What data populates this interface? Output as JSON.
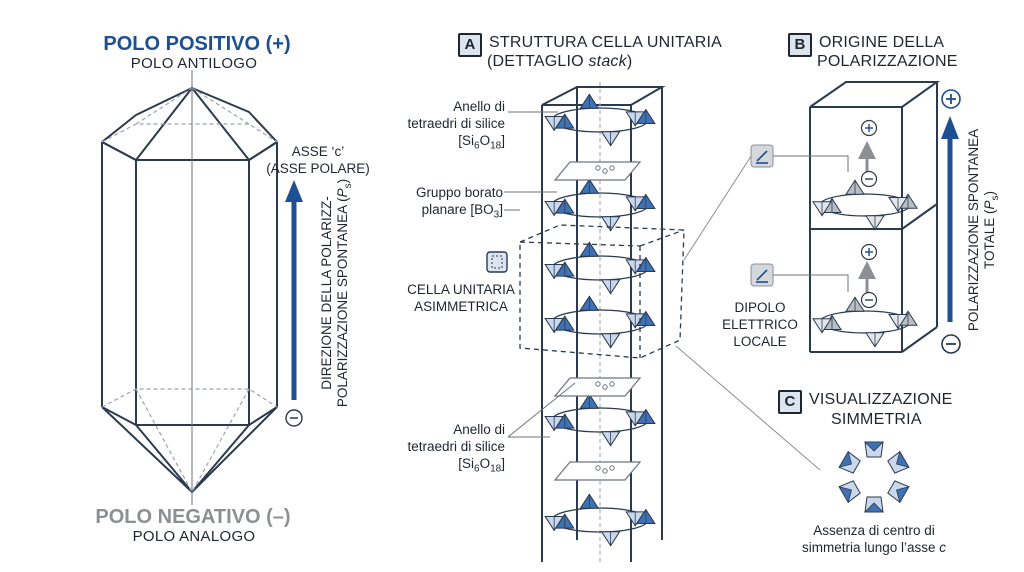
{
  "left": {
    "positive_pole": "POLO POSITIVO (+)",
    "antilog_pole": "POLO ANTILOGO",
    "negative_pole": "POLO NEGATIVO (–)",
    "analog_pole": "POLO ANALOGO",
    "axis_label_1": "ASSE ‘c’",
    "axis_label_2": "(ASSE POLARE)",
    "direction_1": "DIREZIONE DELLA POLARIZZ-",
    "direction_2": "POLARIZZAZIONE SPONTANEA (",
    "direction_sym": "P",
    "direction_sub": "s",
    "direction_end": ")"
  },
  "section_a": {
    "badge": "A",
    "title_1": "STRUTTURA CELLA UNITARIA",
    "title_2": "(DETTAGLIO ",
    "title_2_italic": "stack",
    "title_2_end": ")",
    "ring_label_1": "Anello di",
    "ring_label_2": "tetraedri di silice",
    "ring_formula": [
      "[Si",
      "6",
      "O",
      "18",
      "]"
    ],
    "borate_label_1": "Gruppo borato",
    "borate_label_2": "planare [BO",
    "borate_sub": "3",
    "borate_end": "]",
    "cell_label_1": "CELLA UNITARIA",
    "cell_label_2": "ASIMMETRICA"
  },
  "section_b": {
    "badge": "B",
    "title_1": "ORIGINE DELLA",
    "title_2": "POLARIZZAZIONE",
    "dipole_1": "DIPOLO",
    "dipole_2": "ELETTRICO",
    "dipole_3": "LOCALE",
    "total_1": "POLARIZZAZIONE SPONTANEA",
    "total_2": "TOTALE (",
    "total_sym": "P",
    "total_sub": "s",
    "total_end": ")"
  },
  "section_c": {
    "badge": "C",
    "title_1": "VISUALIZZAZIONE",
    "title_2": "SIMMETRIA",
    "caption_1": "Assenza di centro di",
    "caption_2": "simmetria lungo l’asse ",
    "caption_italic": "c"
  },
  "symbols": {
    "plus": "+",
    "minus": "−"
  },
  "colors": {
    "accent": "#1d4f91",
    "tetra_blue": "#3f72b5",
    "tetra_light": "#c9d8ec",
    "grey": "#8c8f94"
  }
}
